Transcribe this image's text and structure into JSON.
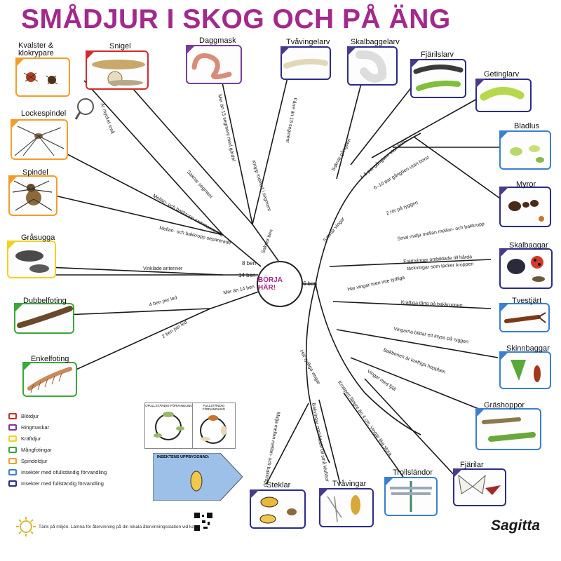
{
  "title": "SMÅDJUR I SKOG OCH PÅ ÄNG",
  "center_label": "BÖRJA HÄR!",
  "cards": [
    {
      "id": "kvalster",
      "label": "Kvalster &\nklokrypare",
      "color": "#f39c2a"
    },
    {
      "id": "snigel",
      "label": "Snigel",
      "color": "#d42a2a"
    },
    {
      "id": "daggmask",
      "label": "Daggmask",
      "color": "#7b3b9a"
    },
    {
      "id": "tvavingelarv",
      "label": "Tvåvingelarv",
      "color": "#2b2b8a"
    },
    {
      "id": "skalbaggelarv",
      "label": "Skalbaggelarv",
      "color": "#2b2b8a"
    },
    {
      "id": "fjarilslarv",
      "label": "Fjärilslarv",
      "color": "#2b2b8a"
    },
    {
      "id": "getinglarv",
      "label": "Getinglarv",
      "color": "#2b2b8a"
    },
    {
      "id": "bladlus",
      "label": "Bladlus",
      "color": "#3a7fd0"
    },
    {
      "id": "myror",
      "label": "Myror",
      "color": "#2b2b8a"
    },
    {
      "id": "lockespindel",
      "label": "Lockespindel",
      "color": "#f39c2a"
    },
    {
      "id": "spindel",
      "label": "Spindel",
      "color": "#f39c2a"
    },
    {
      "id": "grasugga",
      "label": "Gråsugga",
      "color": "#f2d21e"
    },
    {
      "id": "dubbelfoting",
      "label": "Dubbelfoting",
      "color": "#3aa83a"
    },
    {
      "id": "enkelfoting",
      "label": "Enkelfoting",
      "color": "#3aa83a"
    },
    {
      "id": "skalbaggar",
      "label": "Skalbaggar",
      "color": "#2b2b8a"
    },
    {
      "id": "tvestjart",
      "label": "Tvestjärt",
      "color": "#3a7fd0"
    },
    {
      "id": "skinnbaggar",
      "label": "Skinnbaggar",
      "color": "#3a7fd0"
    },
    {
      "id": "grashoppor",
      "label": "Gräshoppor",
      "color": "#3a7fd0"
    },
    {
      "id": "fjarilar",
      "label": "Fjärilar",
      "color": "#2b2b8a"
    },
    {
      "id": "trollslandor",
      "label": "Trollsländor",
      "color": "#3a7fd0"
    },
    {
      "id": "tvavingar",
      "label": "Tvåvingar",
      "color": "#2b2b8a"
    },
    {
      "id": "steklar",
      "label": "Steklar",
      "color": "#2b2b8a"
    }
  ],
  "branch_labels": {
    "b8ben": "8 ben",
    "b14ben": "14 ben",
    "bmer14": "Mer än 14 ben",
    "b6ben": "6 ben",
    "bsaknarben": "Saknar ben",
    "bvinklade": "Vinklade antenner",
    "bmellan_sep": "Mellan- och bakkropp separerade",
    "bmellan_sam": "Mellan- och bakkropp sammanvuxna",
    "bmycket_sma": "Är mycket små",
    "b4ben": "4 ben per led",
    "b2ben": "2 ben per led",
    "bsaknar_segment": "Saknar segment",
    "bkropp_segment": "Kropp indelad i segment",
    "bringar": "Mer än 15 segment med gördel",
    "bfarre": "Färre än 15 segment",
    "bsaknar_vingar": "Saknar vingar",
    "bhar_vingar": "Har vingar men inte tydliga",
    "bhar_tydliga": "Har tydliga vingar",
    "bsaknar_gangben": "Saknar gångben",
    "b2_5": "2–5 par gångben utan borst",
    "b6_10": "6–10 par gångben utan borst",
    "b2ror": "2 rör på ryggen",
    "bsmal_midja": "Smal midja mellan mellan- och bakkropp",
    "bframvingar": "Framvingar ombildade till hårda",
    "btackvingar": "täckvingar som täcker kroppen",
    "bkraftiga": "Kraftiga tång på bakkroppen",
    "bvingarna": "Vingarna bildar ett kryss på ryggen",
    "bbakbenen": "Bakbenen är kraftiga hoppben",
    "bvingar_fjall": "Vingar med fjäll",
    "bkroppen": "Kroppen längre än 4 cm. Vingar lika stora",
    "bbakvingar": "Bakvingar ombildade till små klubbor",
    "bmidja": "Midja mellan mellan- och bakkropp"
  },
  "legend": [
    {
      "label": "Blötdjur",
      "color": "#d42a2a"
    },
    {
      "label": "Ringmaskar",
      "color": "#7b3b9a"
    },
    {
      "label": "Kräftdjur",
      "color": "#f2d21e"
    },
    {
      "label": "Mångfotingar",
      "color": "#3aa83a"
    },
    {
      "label": "Spindeldjur",
      "color": "#f39c2a"
    },
    {
      "label": "Insekter med ofullständig förvandling",
      "color": "#3a7fd0"
    },
    {
      "label": "Insekter med fullständig förvandling",
      "color": "#2b2b8a"
    }
  ],
  "panels": {
    "ofullstandig": "OFULLSTÄNDIG FÖRVANDLING",
    "fullstandig": "FULLSTÄNDIG FÖRVANDLING",
    "uppbyggnad": "INSEKTENS UPPBYGGNAD:"
  },
  "footer": "Tänk på miljön. Lämna för återvinning på din lokala återvinningsstation vid kassering.",
  "brand": "Sagitta"
}
